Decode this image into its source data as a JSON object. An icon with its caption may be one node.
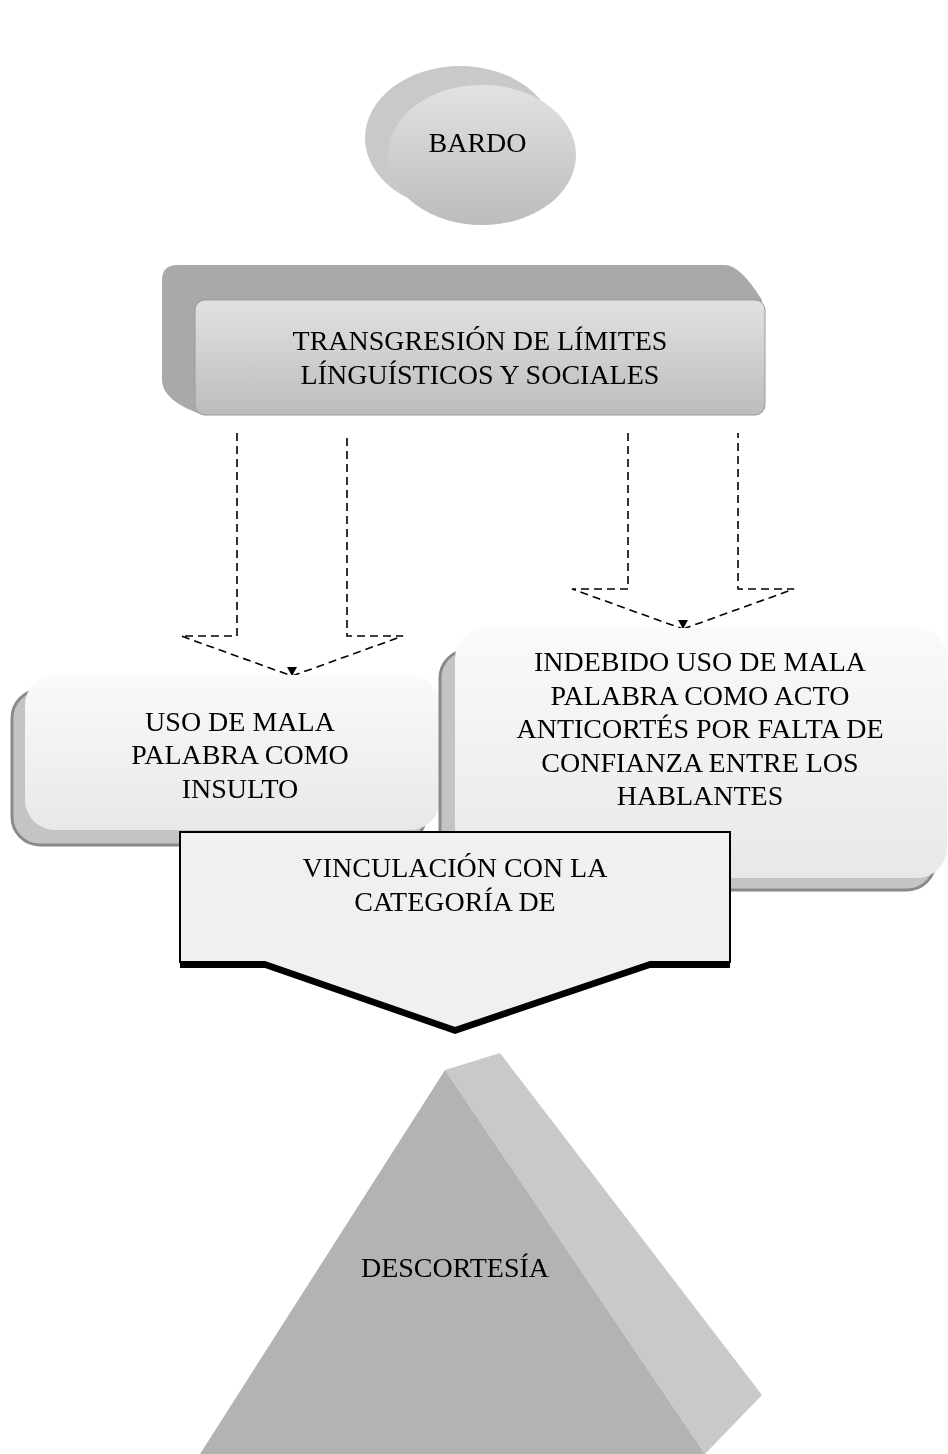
{
  "diagram": {
    "nodes": [
      {
        "text": [
          "BARDO"
        ]
      },
      {
        "text": [
          "TRANSGRESIÓN DE LÍMITES LÍNGUÍSTICOS Y SOCIALES"
        ]
      },
      {
        "text": [
          "USO DE MALA PALABRA COMO INSULTO"
        ]
      },
      {
        "text": [
          "INDEBIDO USO DE MALA PALABRA COMO ACTO ANTICORTÉS POR FALTA DE CONFIANZA ENTRE LOS HABLANTES"
        ]
      },
      {
        "text": [
          "VINCULACIÓN CON LA CATEGORÍA DE"
        ]
      },
      {
        "text": [
          "DESCORTESÍA"
        ]
      }
    ],
    "edges": [
      {
        "from": 1,
        "to": 2,
        "arrow": "to",
        "style": "dashed"
      },
      {
        "from": 1,
        "to": 3,
        "arrow": "to",
        "style": "dashed"
      }
    ]
  }
}
